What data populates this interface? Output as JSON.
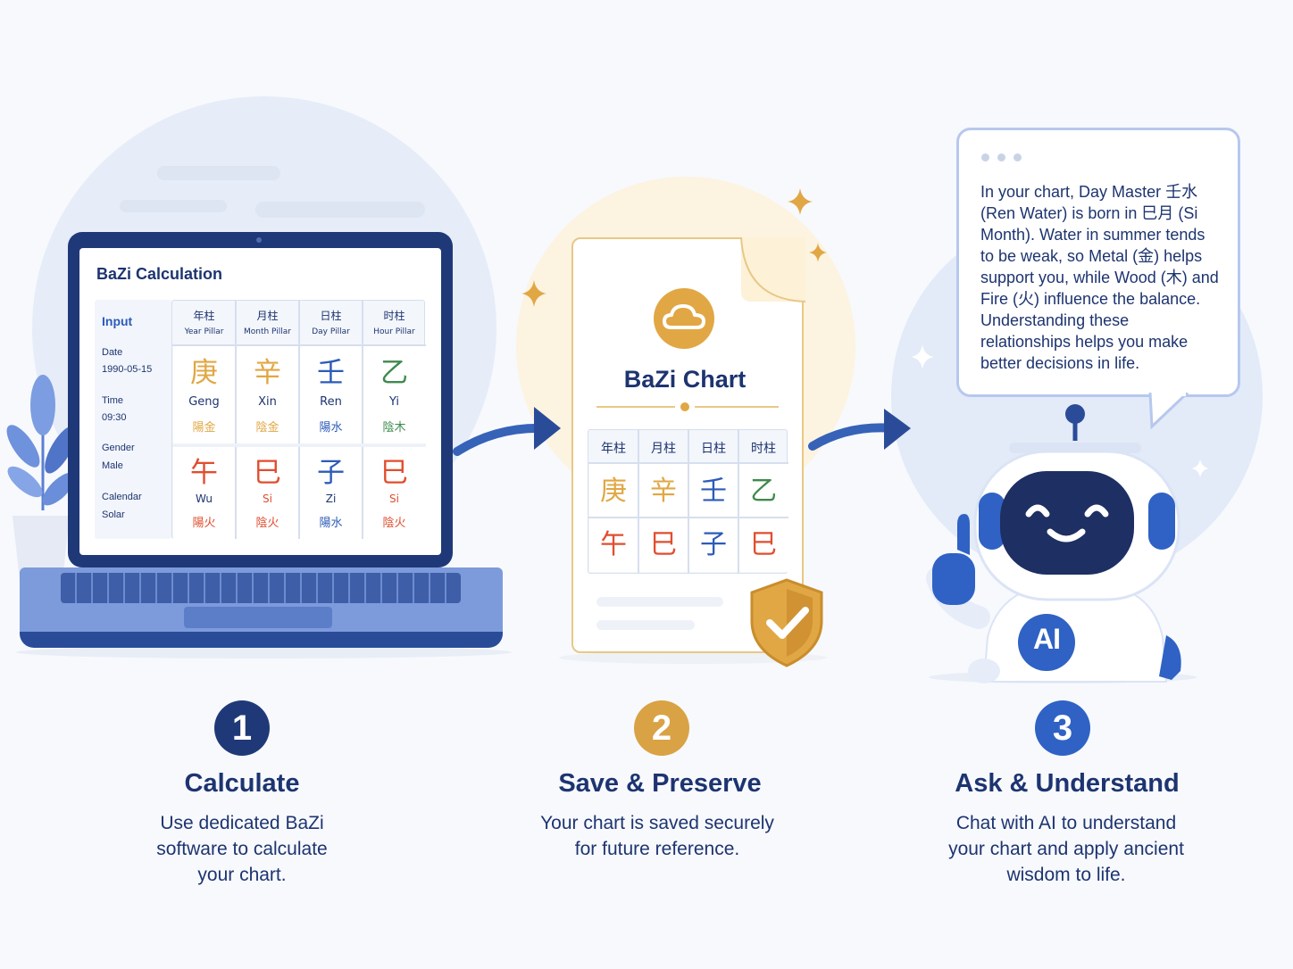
{
  "colors": {
    "navy": "#1d3470",
    "blue": "#2c5bb8",
    "gold": "#e1a744",
    "metal": "#e1a744",
    "water": "#2c5bb8",
    "wood": "#3f8a4d",
    "fire": "#e04e2f"
  },
  "laptop": {
    "title": "BaZi Calculation",
    "input": {
      "heading": "Input",
      "fields": [
        {
          "label": "Date",
          "value": "1990-05-15"
        },
        {
          "label": "Time",
          "value": "09:30"
        },
        {
          "label": "Gender",
          "value": "Male"
        },
        {
          "label": "Calendar",
          "value": "Solar"
        }
      ]
    },
    "pillars": [
      {
        "cn": "年柱",
        "en": "Year Pillar",
        "stem": "庚",
        "stem_py": "Geng",
        "stem_el": "陽金",
        "stem_color": "#e1a744",
        "branch": "午",
        "branch_py": "Wu",
        "branch_el": "陽火",
        "branch_color": "#e04e2f"
      },
      {
        "cn": "月柱",
        "en": "Month Pillar",
        "stem": "辛",
        "stem_py": "Xin",
        "stem_el": "陰金",
        "stem_color": "#e1a744",
        "branch": "巳",
        "branch_py": "Si",
        "branch_el": "陰火",
        "branch_color": "#e04e2f"
      },
      {
        "cn": "日柱",
        "en": "Day Pillar",
        "stem": "壬",
        "stem_py": "Ren",
        "stem_el": "陽水",
        "stem_color": "#2c5bb8",
        "branch": "子",
        "branch_py": "Zi",
        "branch_el": "陽水",
        "branch_color": "#2c5bb8"
      },
      {
        "cn": "时柱",
        "en": "Hour Pillar",
        "stem": "乙",
        "stem_py": "Yi",
        "stem_el": "陰木",
        "stem_color": "#3f8a4d",
        "branch": "巳",
        "branch_py": "Si",
        "branch_el": "陰火",
        "branch_color": "#e04e2f"
      }
    ]
  },
  "document": {
    "title": "BaZi Chart",
    "headers": [
      "年柱",
      "月柱",
      "日柱",
      "时柱"
    ],
    "stems": [
      "庚",
      "辛",
      "壬",
      "乙"
    ],
    "branches": [
      "午",
      "巳",
      "子",
      "巳"
    ]
  },
  "chat": {
    "message": "In your chart, Day Master 壬水 (Ren Water) is born in 巳月 (Si Month). Water in summer tends to be weak, so Metal (金) helps support you, while Wood (木) and Fire (火) influence the balance. Understanding these relationships helps you make better decisions in life."
  },
  "robot": {
    "badge": "AI"
  },
  "steps": [
    {
      "number": "1",
      "title": "Calculate",
      "description": "Use dedicated BaZi software to calculate your chart.",
      "color": "#1f3978"
    },
    {
      "number": "2",
      "title": "Save & Preserve",
      "description": "Your chart is saved securely for future reference.",
      "color": "#d9a244"
    },
    {
      "number": "3",
      "title": "Ask & Understand",
      "description": "Chat with AI to understand your chart and apply ancient wisdom to life.",
      "color": "#2f62c4"
    }
  ]
}
